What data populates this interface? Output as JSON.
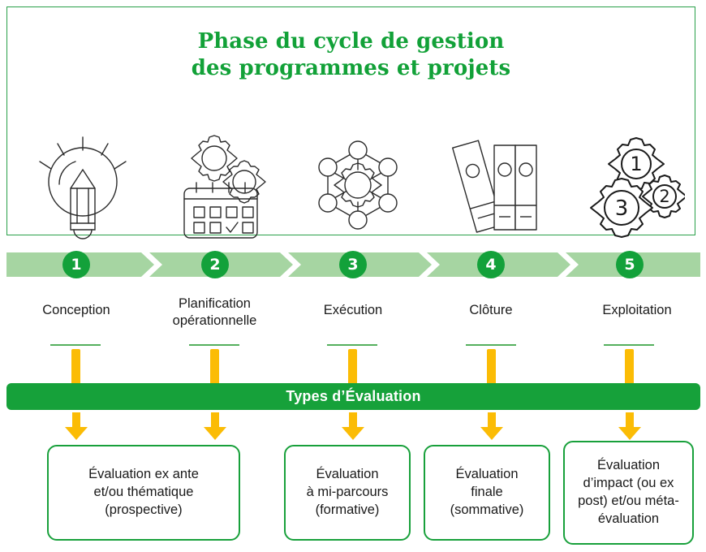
{
  "title": "Phase du cycle de gestion\ndes programmes et projets",
  "colors": {
    "green_dark": "#13a13a",
    "green_band": "#a6d5a2",
    "green_rule": "#55b05e",
    "yellow": "#fbbc05",
    "border_green": "#2aa049",
    "text": "#1a1a1a"
  },
  "icons": [
    {
      "name": "lightbulb-pencil-icon",
      "label": "idea lightbulb with pencil"
    },
    {
      "name": "calendar-gears-icon",
      "label": "calendar with gears"
    },
    {
      "name": "network-gear-icon",
      "label": "hexagonal node network with central gear"
    },
    {
      "name": "binders-icon",
      "label": "archive binders"
    },
    {
      "name": "numbered-gears-icon",
      "label": "three numbered gears",
      "gear_numbers": [
        "1",
        "2",
        "3"
      ]
    }
  ],
  "steps": [
    {
      "number": "1",
      "label": "Conception"
    },
    {
      "number": "2",
      "label": "Planification\nopérationnelle"
    },
    {
      "number": "3",
      "label": "Exécution"
    },
    {
      "number": "4",
      "label": "Clôture"
    },
    {
      "number": "5",
      "label": "Exploitation"
    }
  ],
  "types_bar": {
    "label": "Types d’Évaluation"
  },
  "results": [
    {
      "step_ref": "1",
      "text": "Évaluation ex ante\net/ou thématique\n(prospective)"
    },
    {
      "step_ref": "3",
      "text": "Évaluation\nà mi-parcours\n(formative)"
    },
    {
      "step_ref": "4",
      "text": "Évaluation\nfinale\n(sommative)"
    },
    {
      "step_ref": "5",
      "text": "Évaluation\nd’impact (ou ex\npost) et/ou méta-\névaluation"
    }
  ]
}
